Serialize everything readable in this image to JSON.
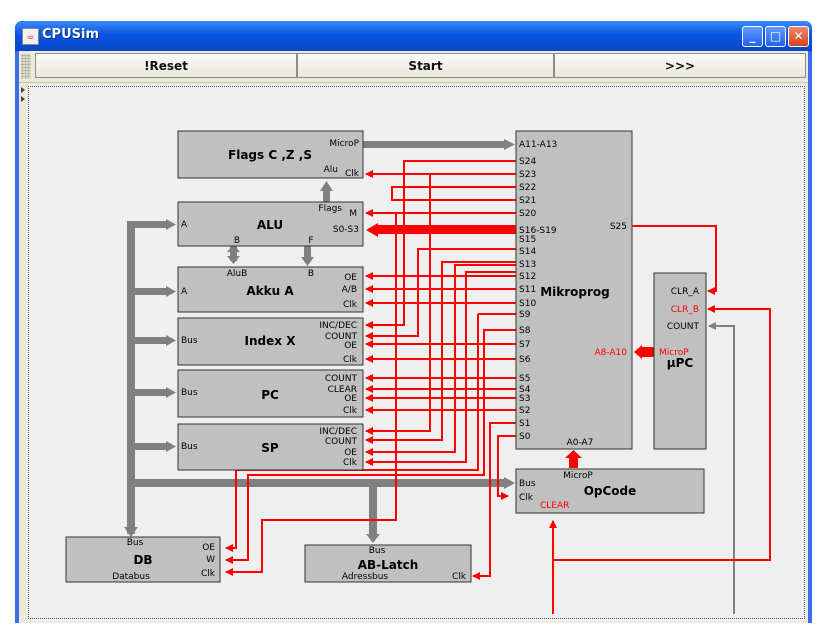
{
  "window": {
    "title": "CPUSim"
  },
  "toolbar": {
    "reset": "!Reset",
    "start": "Start",
    "step": ">>>"
  },
  "colors": {
    "signal": "#ff0000",
    "bus": "#808080",
    "block": "#c0c0c0"
  },
  "blocks": {
    "flags": {
      "title": "Flags C ,Z ,S",
      "pins": [
        "MicroP",
        "Alu",
        "Clk"
      ]
    },
    "alu": {
      "title": "ALU",
      "pins": [
        "Flags",
        "A",
        "M",
        "S0-S3",
        "B",
        "F"
      ]
    },
    "akku": {
      "title": "Akku A",
      "pins": [
        "AluB",
        "B",
        "A",
        "OE",
        "A/B",
        "Clk"
      ]
    },
    "indexx": {
      "title": "Index X",
      "pins": [
        "Bus",
        "INC/DEC",
        "COUNT",
        "OE",
        "Clk"
      ]
    },
    "pc": {
      "title": "PC",
      "pins": [
        "Bus",
        "COUNT",
        "CLEAR",
        "OE",
        "Clk"
      ]
    },
    "sp": {
      "title": "SP",
      "pins": [
        "Bus",
        "INC/DEC",
        "COUNT",
        "OE",
        "Clk"
      ]
    },
    "mikroprog": {
      "title": "Mikroprog",
      "pins": [
        "A11-A13",
        "S24",
        "S23",
        "S22",
        "S21",
        "S20",
        "S16-S19",
        "S15",
        "S14",
        "S13",
        "S12",
        "S11",
        "S10",
        "S9",
        "S8",
        "S7",
        "S6",
        "S5",
        "S4",
        "S3",
        "S2",
        "S1",
        "S0",
        "S25",
        "A8-A10",
        "A0-A7"
      ]
    },
    "upc": {
      "title": "µPC",
      "pins": [
        "CLR_A",
        "CLR_B",
        "COUNT",
        "MicroP"
      ]
    },
    "opcode": {
      "title": "OpCode",
      "pins": [
        "MicroP",
        "Bus",
        "Clk",
        "CLEAR"
      ]
    },
    "db": {
      "title": "DB",
      "pins": [
        "Bus",
        "Databus",
        "OE",
        "W",
        "Clk"
      ]
    },
    "ablatch": {
      "title": "AB-Latch",
      "pins": [
        "Bus",
        "Adressbus",
        "Clk"
      ]
    }
  }
}
